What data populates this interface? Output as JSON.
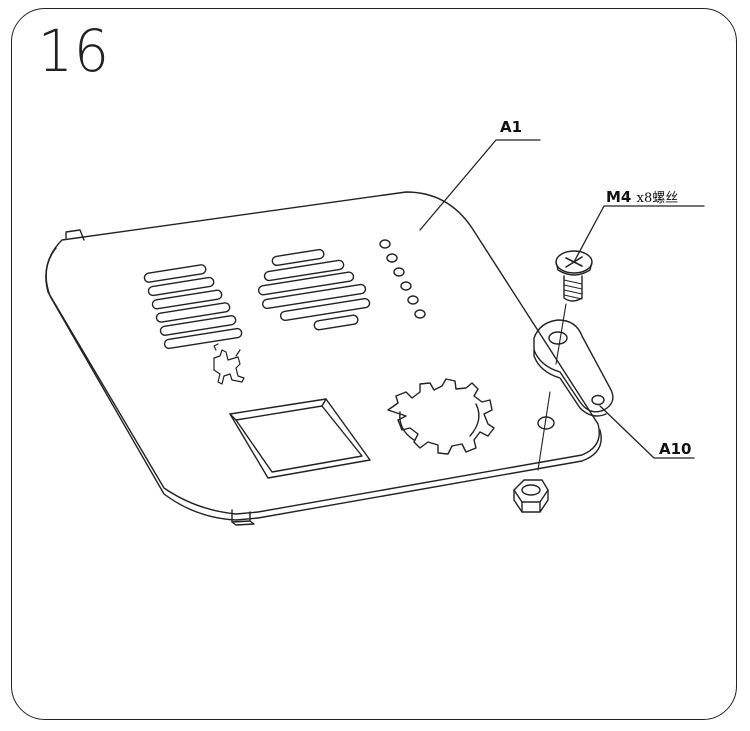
{
  "step": {
    "number": "16"
  },
  "callouts": {
    "a1": {
      "label": "A1"
    },
    "screw": {
      "label": "M4",
      "spec": "x8螺丝"
    },
    "a10": {
      "label": "A10"
    }
  },
  "colors": {
    "line": "#222222",
    "background": "#ffffff"
  },
  "icons": [
    "robot-logo-icon",
    "gear-cutout-icon",
    "screw-icon",
    "nut-icon"
  ]
}
